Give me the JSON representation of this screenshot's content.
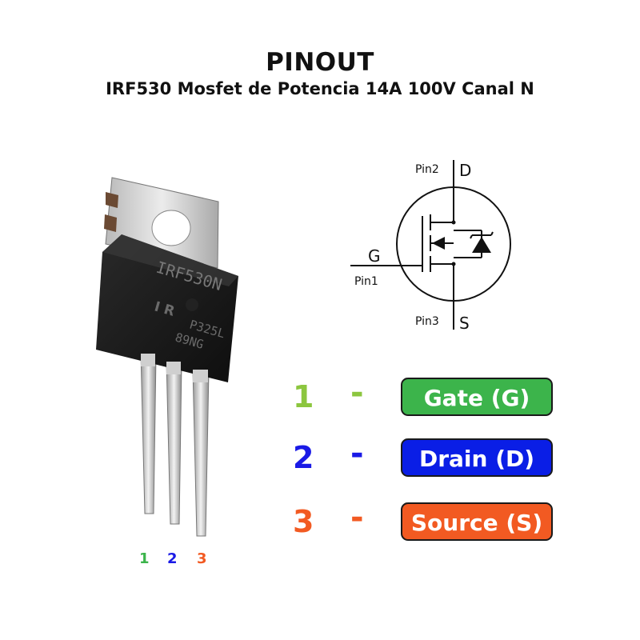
{
  "title": "PINOUT",
  "subtitle": "IRF530 Mosfet de Potencia 14A 100V Canal N",
  "schematic": {
    "drain_pin": "Pin2",
    "drain_letter": "D",
    "gate_letter": "G",
    "gate_pin": "Pin1",
    "source_pin": "Pin3",
    "source_letter": "S"
  },
  "package": {
    "marking_line1": "IRF530N",
    "marking_logo": "I R",
    "marking_line2": "P325L",
    "marking_line3": "89NG"
  },
  "leg_numbers": [
    "1",
    "2",
    "3"
  ],
  "pins": [
    {
      "number": "1",
      "dash": "-",
      "label": "Gate (G)",
      "color": "#3cb44b",
      "text_color": "#8cc63f"
    },
    {
      "number": "2",
      "dash": "-",
      "label": "Drain (D)",
      "color": "#0a1ee6",
      "text_color": "#1a1ae6"
    },
    {
      "number": "3",
      "dash": "-",
      "label": "Source (S)",
      "color": "#f25a22",
      "text_color": "#f25a22"
    }
  ]
}
